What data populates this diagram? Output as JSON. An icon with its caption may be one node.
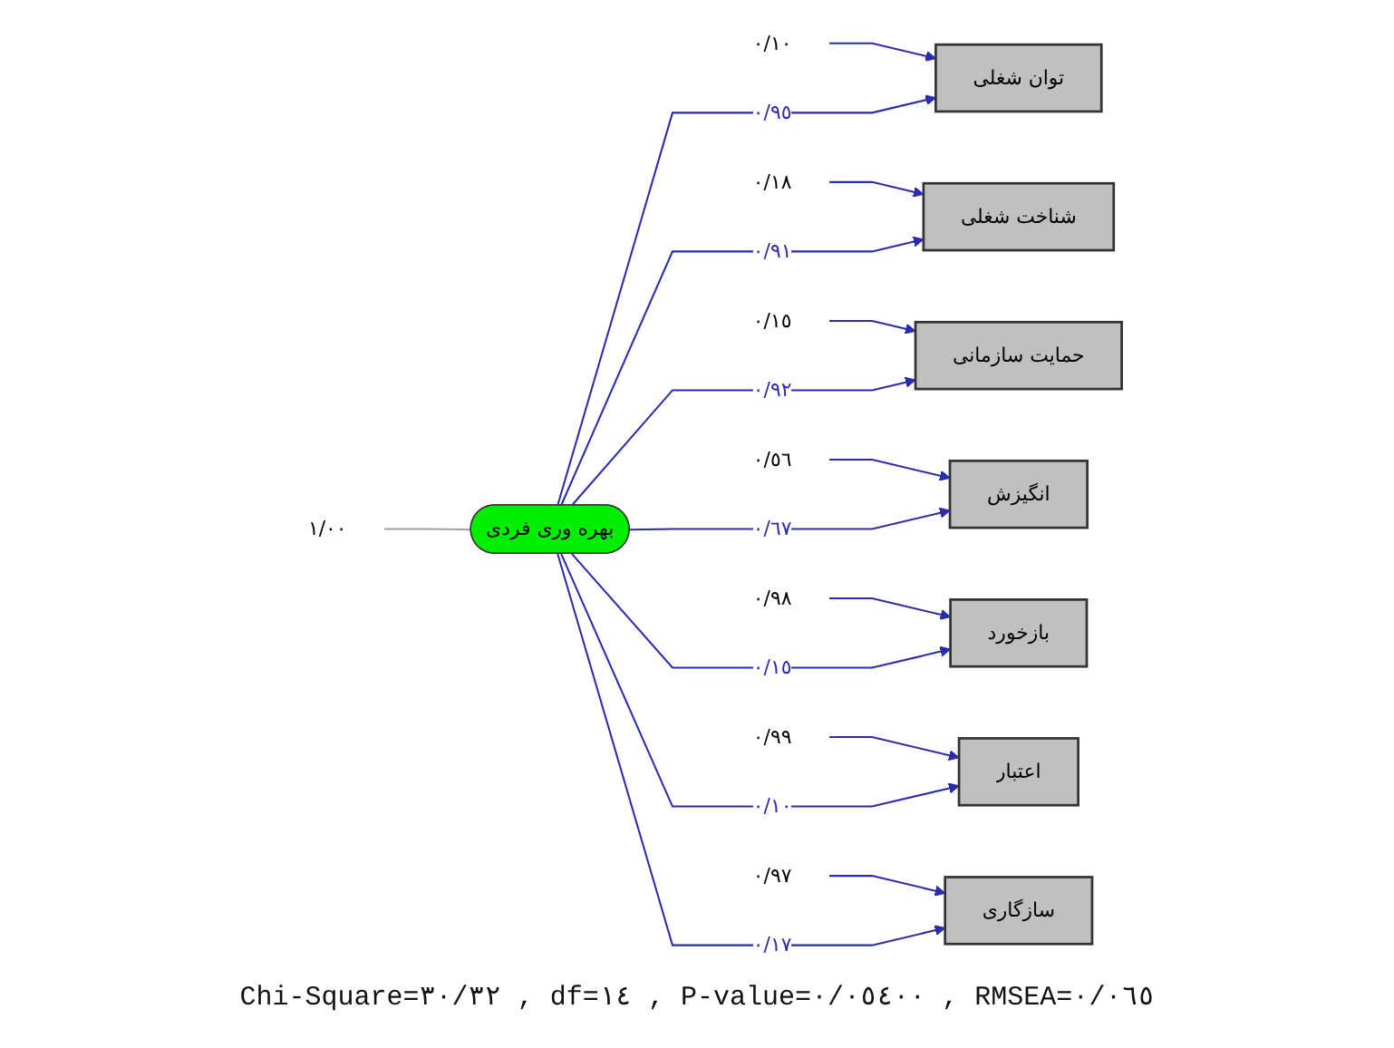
{
  "diagram": {
    "nodes": [
      {
        "text": [
          "توان شغلی"
        ]
      },
      {
        "text": [
          "شناخت شغلی"
        ]
      },
      {
        "text": [
          "حمایت سازمانی"
        ]
      },
      {
        "text": [
          "انگیزش"
        ]
      },
      {
        "text": [
          "بازخورد"
        ]
      },
      {
        "text": [
          "اعتبار"
        ]
      },
      {
        "text": [
          "سازگاری"
        ]
      },
      {
        "text": [
          "بهره وری فردی"
        ]
      },
      {
        "text": [
          "٠/١٠"
        ]
      },
      {
        "text": [
          "٠/١٨"
        ]
      },
      {
        "text": [
          "٠/١٥"
        ]
      },
      {
        "text": [
          "٠/٥٦"
        ]
      },
      {
        "text": [
          "٠/٩٨"
        ]
      },
      {
        "text": [
          "٠/٩٩"
        ]
      },
      {
        "text": [
          "٠/٩٧"
        ]
      },
      {
        "text": [
          "١/٠٠"
        ]
      }
    ],
    "edges": [
      {
        "from": 8,
        "to": 0,
        "arrow": "to"
      },
      {
        "from": 9,
        "to": 1,
        "arrow": "to"
      },
      {
        "from": 10,
        "to": 2,
        "arrow": "to"
      },
      {
        "from": 11,
        "to": 3,
        "arrow": "to"
      },
      {
        "from": 12,
        "to": 4,
        "arrow": "to"
      },
      {
        "from": 13,
        "to": 5,
        "arrow": "to"
      },
      {
        "from": 14,
        "to": 6,
        "arrow": "to"
      },
      {
        "from": 7,
        "to": 0,
        "arrow": "to",
        "label": "٠/٩٥"
      },
      {
        "from": 7,
        "to": 1,
        "arrow": "to",
        "label": "٠/٩١"
      },
      {
        "from": 7,
        "to": 2,
        "arrow": "to",
        "label": "٠/٩٢"
      },
      {
        "from": 7,
        "to": 3,
        "arrow": "to",
        "label": "٠/٦٧"
      },
      {
        "from": 7,
        "to": 4,
        "arrow": "to",
        "label": "٠/١٥"
      },
      {
        "from": 7,
        "to": 5,
        "arrow": "to",
        "label": "٠/١٠"
      },
      {
        "from": 7,
        "to": 6,
        "arrow": "to",
        "label": "٠/١٧"
      },
      {
        "from": 15,
        "to": 7,
        "arrow": "none",
        "color": "#a0a0a0"
      }
    ],
    "labels": [
      "Chi-Square=٣٠/٣٢ , df=١٤ , P-value=٠/٠٥٤٠٠ , RMSEA=٠/٠٦٥"
    ]
  }
}
